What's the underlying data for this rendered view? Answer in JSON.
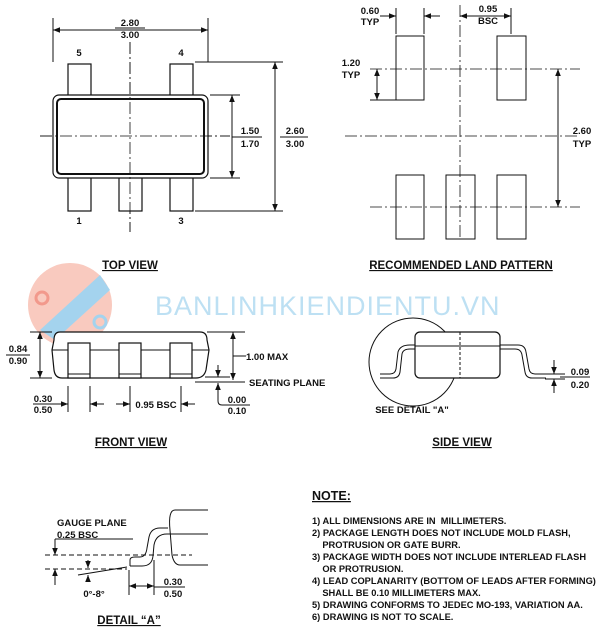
{
  "top_view": {
    "title": "TOP VIEW",
    "width_min": "2.80",
    "width_max": "3.00",
    "body_min": "1.50",
    "body_max": "1.70",
    "overall_min": "2.60",
    "overall_max": "3.00",
    "pins": [
      "5",
      "4",
      "1",
      "3"
    ]
  },
  "land_pattern": {
    "title": "RECOMMENDED LAND PATTERN",
    "pad_width": "0.60",
    "pad_width_note": "TYP",
    "pitch": "0.95",
    "pitch_note": "BSC",
    "pad_length": "1.20",
    "pad_length_note": "TYP",
    "span": "2.60",
    "span_note": "TYP"
  },
  "watermark": "BANLINHKIENDIENTU.VN",
  "front_view": {
    "title": "FRONT VIEW",
    "height_min": "0.84",
    "height_max": "0.90",
    "max_height": "1.00 MAX",
    "seating_plane": "SEATING PLANE",
    "standoff_min": "0.00",
    "standoff_max": "0.10",
    "lead_min": "0.30",
    "lead_max": "0.50",
    "pitch": "0.95 BSC"
  },
  "side_view": {
    "title": "SIDE VIEW",
    "detail_ref": "SEE DETAIL \"A\"",
    "thick_min": "0.09",
    "thick_max": "0.20"
  },
  "detail_a": {
    "title": "DETAIL “A”",
    "gauge_plane": "GAUGE PLANE",
    "gauge_value": "0.25 BSC",
    "angle": "0°-8°",
    "foot_min": "0.30",
    "foot_max": "0.50"
  },
  "notes": {
    "heading": "NOTE:",
    "lines": [
      "1) ALL DIMENSIONS ARE IN  MILLIMETERS.",
      "2) PACKAGE LENGTH DOES NOT INCLUDE MOLD FLASH,",
      "    PROTRUSION OR GATE BURR.",
      "3) PACKAGE WIDTH DOES NOT INCLUDE INTERLEAD FLASH",
      "    OR PROTRUSION.",
      "4) LEAD COPLANARITY (BOTTOM OF LEADS AFTER FORMING)",
      "    SHALL BE 0.10 MILLIMETERS MAX.",
      "5) DRAWING CONFORMS TO JEDEC MO-193, VARIATION AA.",
      "6) DRAWING IS NOT TO SCALE."
    ]
  }
}
